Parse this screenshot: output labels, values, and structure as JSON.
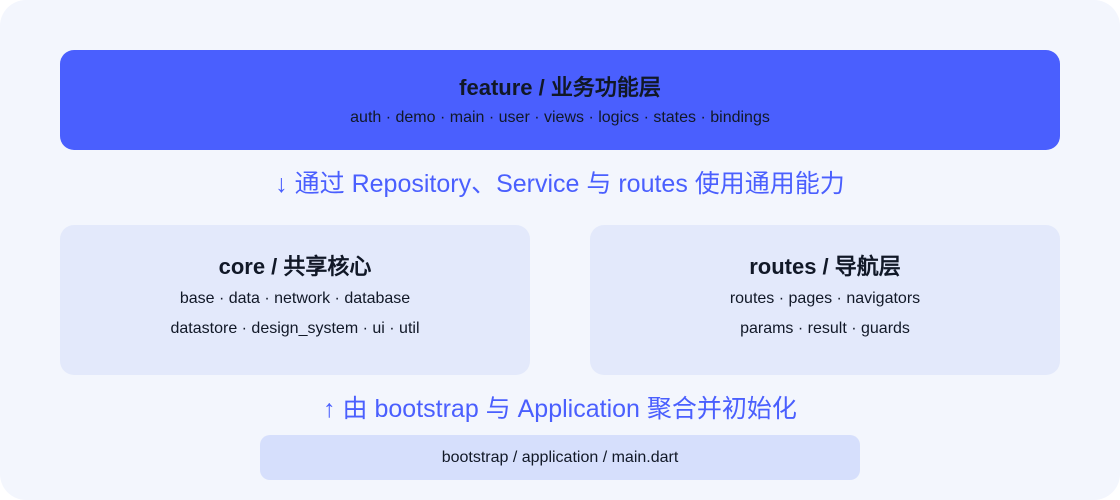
{
  "feature": {
    "title": "feature / 业务功能层",
    "modules": "auth · demo · main · user · views · logics · states · bindings"
  },
  "flow_down": "↓ 通过 Repository、Service 与 routes 使用通用能力",
  "core": {
    "title": "core / 共享核心",
    "line1": "base · data · network · database",
    "line2": "datastore · design_system · ui · util"
  },
  "routes": {
    "title": "routes / 导航层",
    "line1": "routes · pages · navigators",
    "line2": "params · result · guards"
  },
  "flow_up": "↑ 由 bootstrap 与 Application 聚合并初始化",
  "bootstrap": {
    "label": "bootstrap / application / main.dart"
  },
  "colors": {
    "accent": "#4a5ffe",
    "panel": "#e3e9fb",
    "bootstrap": "#d6dffc",
    "background": "#f3f6fd",
    "text": "#111827"
  }
}
